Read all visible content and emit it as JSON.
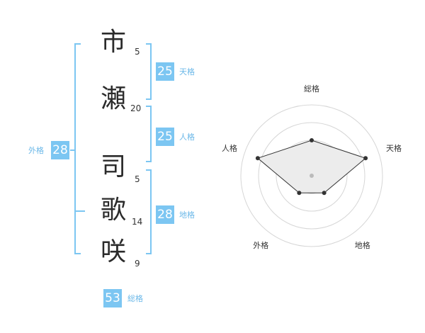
{
  "colors": {
    "accent": "#7cc6f2",
    "label": "#6bb8e8",
    "ring": "#d6d6d6",
    "fill": "#ececec",
    "line": "#333333",
    "center": "#bbbbbb"
  },
  "name": {
    "characters": [
      {
        "char": "市",
        "strokes": "5"
      },
      {
        "char": "瀬",
        "strokes": "20"
      },
      {
        "char": "司",
        "strokes": "5"
      },
      {
        "char": "歌",
        "strokes": "14"
      },
      {
        "char": "咲",
        "strokes": "9"
      }
    ]
  },
  "kaku": {
    "tenkaku": {
      "value": "25",
      "label": "天格"
    },
    "jinkaku": {
      "value": "25",
      "label": "人格"
    },
    "chikaku": {
      "value": "28",
      "label": "地格"
    },
    "gaikaku": {
      "value": "28",
      "label": "外格"
    },
    "soukaku": {
      "value": "53",
      "label": "総格"
    }
  },
  "chart_data": {
    "type": "radar",
    "axes": [
      "総格",
      "天格",
      "地格",
      "外格",
      "人格"
    ],
    "values": [
      2.5,
      4,
      1.5,
      1.5,
      4
    ],
    "rmax": 5,
    "rings": 4
  }
}
